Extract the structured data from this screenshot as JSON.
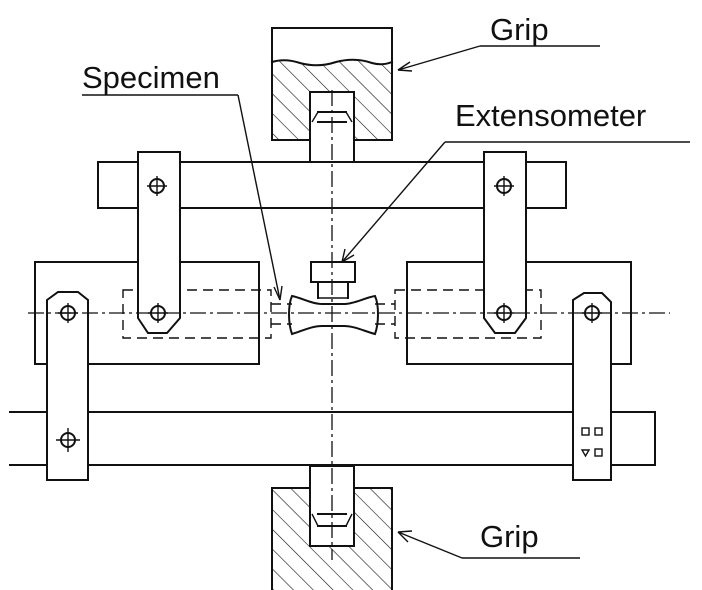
{
  "labels": {
    "grip_top": "Grip",
    "specimen": "Specimen",
    "extensometer": "Extensometer",
    "grip_bottom": "Grip"
  }
}
